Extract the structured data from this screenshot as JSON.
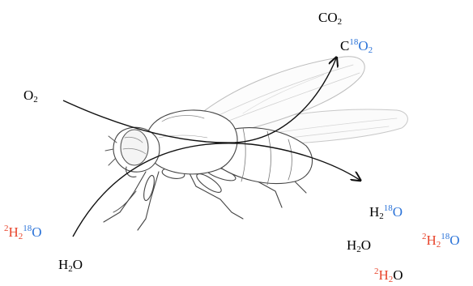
{
  "colors": {
    "oxygen18": "#2b73d8",
    "deuterium": "#e8452c",
    "text": "#000000"
  },
  "icons": {
    "insect": "fly-icon"
  },
  "labels": {
    "co2": {
      "el1": "CO",
      "sub1": "2"
    },
    "c18o2": {
      "el1": "C",
      "sup1": "18",
      "el2": "O",
      "sub2": "2"
    },
    "o2": {
      "el1": "O",
      "sub1": "2"
    },
    "d2_18o_left": {
      "sup1": "2",
      "el1": "H",
      "sub1": "2",
      "sup2": "18",
      "el2": "O"
    },
    "h2o_left": {
      "el1": "H",
      "sub1": "2",
      "el2": "O"
    },
    "h2_18o_right": {
      "el1": "H",
      "sub1": "2",
      "sup1": "18",
      "el2": "O"
    },
    "h2o_right": {
      "el1": "H",
      "sub1": "2",
      "el2": "O"
    },
    "d2_18o_right": {
      "sup1": "2",
      "el1": "H",
      "sub1": "2",
      "sup2": "18",
      "el2": "O"
    },
    "d2o_right": {
      "sup1": "2",
      "el1": "H",
      "sub1": "2",
      "el2": "O"
    }
  }
}
